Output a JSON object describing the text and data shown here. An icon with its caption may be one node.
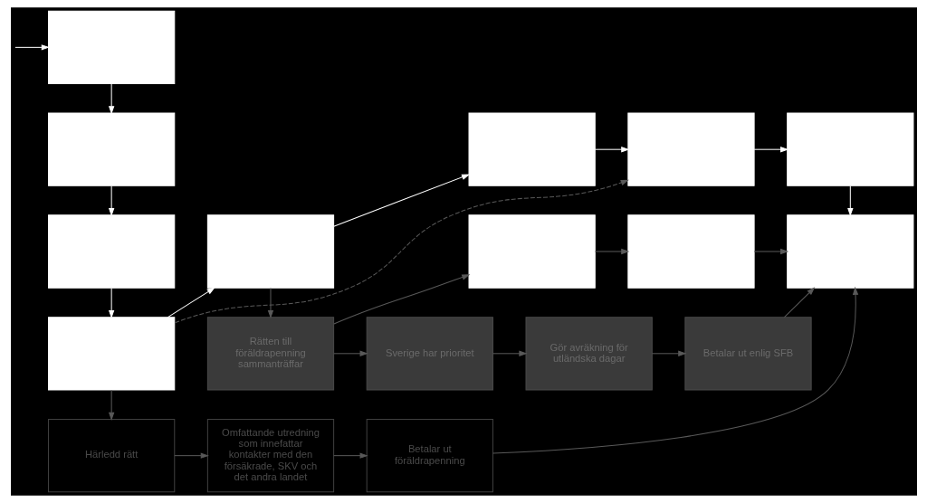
{
  "diagram": {
    "nodes": [
      {
        "text": [],
        "shape": "box"
      },
      {
        "text": [],
        "shape": "box"
      },
      {
        "text": [],
        "shape": "box"
      },
      {
        "text": [],
        "shape": "box"
      },
      {
        "text": [],
        "shape": "box"
      },
      {
        "text": [],
        "shape": "box"
      },
      {
        "text": [],
        "shape": "box"
      },
      {
        "text": [],
        "shape": "box"
      },
      {
        "text": [],
        "shape": "box"
      },
      {
        "text": [],
        "shape": "box"
      },
      {
        "text": [],
        "shape": "box"
      },
      {
        "text": [
          "Rätten till föräldrapenning sammanträffar"
        ]
      },
      {
        "text": [
          "Sverige har prioritet"
        ]
      },
      {
        "text": [
          "Gör avräkning för utländska dagar"
        ]
      },
      {
        "text": [
          "Betalar ut enlig SFB"
        ]
      },
      {
        "text": [
          "Härledd rätt"
        ]
      },
      {
        "text": [
          "Omfattande utredning som innefattar kontakter med den försäkrade, SKV och det andra landet"
        ]
      },
      {
        "text": [
          "Betalar ut föräldrapenning"
        ]
      }
    ],
    "edges": [
      {
        "from": null,
        "to": 0,
        "arrow": "to",
        "color": "#ffffff"
      },
      {
        "from": 0,
        "to": 1,
        "arrow": "to",
        "color": "#ffffff"
      },
      {
        "from": 1,
        "to": 2,
        "arrow": "to",
        "color": "#ffffff"
      },
      {
        "from": 2,
        "to": 3,
        "arrow": "to",
        "color": "#ffffff"
      },
      {
        "from": 3,
        "to": 7,
        "arrow": "to",
        "color": "#ffffff"
      },
      {
        "from": 3,
        "to": 5,
        "arrow": "to",
        "style": "dashed"
      },
      {
        "from": 7,
        "to": 4,
        "arrow": "to",
        "color": "#ffffff"
      },
      {
        "from": 4,
        "to": 5,
        "arrow": "to",
        "color": "#ffffff"
      },
      {
        "from": 5,
        "to": 6,
        "arrow": "to",
        "color": "#ffffff"
      },
      {
        "from": 6,
        "to": 10,
        "arrow": "to",
        "color": "#ffffff"
      },
      {
        "from": 7,
        "to": 11,
        "arrow": "to"
      },
      {
        "from": 11,
        "to": 8,
        "arrow": "to"
      },
      {
        "from": 11,
        "to": 12,
        "arrow": "to"
      },
      {
        "from": 8,
        "to": 9,
        "arrow": "to"
      },
      {
        "from": 9,
        "to": 10,
        "arrow": "to"
      },
      {
        "from": 12,
        "to": 13,
        "arrow": "to"
      },
      {
        "from": 13,
        "to": 14,
        "arrow": "to"
      },
      {
        "from": 14,
        "to": 10,
        "arrow": "to"
      },
      {
        "from": 3,
        "to": 15,
        "arrow": "to"
      },
      {
        "from": 15,
        "to": 16,
        "arrow": "to"
      },
      {
        "from": 16,
        "to": 17,
        "arrow": "to"
      },
      {
        "from": 17,
        "to": 10,
        "arrow": "to"
      }
    ]
  }
}
